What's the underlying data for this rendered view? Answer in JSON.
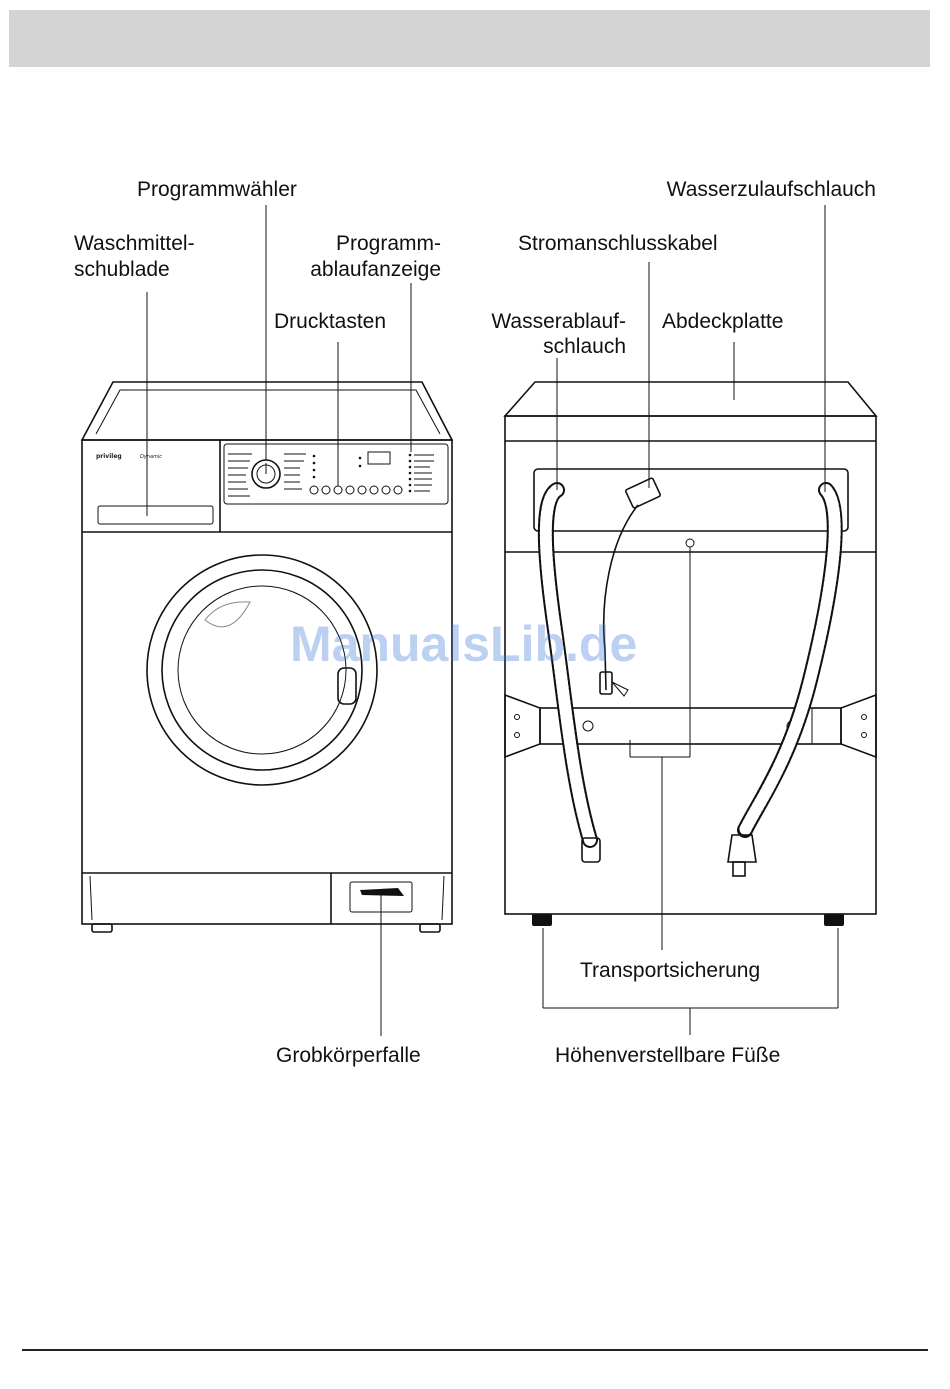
{
  "labels": {
    "programmwaehler": "Programmwähler",
    "waschmittel_line1": "Waschmittel-",
    "waschmittel_line2": "schublade",
    "programmablauf_line1": "Programm-",
    "programmablauf_line2": "ablaufanzeige",
    "drucktasten": "Drucktasten",
    "wasserzulauf": "Wasserzulaufschlauch",
    "stromanschluss": "Stromanschlusskabel",
    "wasserablauf_line1": "Wasserablauf-",
    "wasserablauf_line2": "schlauch",
    "abdeckplatte": "Abdeckplatte",
    "transportsicherung": "Transportsicherung",
    "grobkoerperfalle": "Grobkörperfalle",
    "hoehenverstellbare_fuesse": "Höhenverstellbare Füße"
  },
  "panel": {
    "brand": "privileg"
  },
  "watermark": "ManualsLib.de"
}
